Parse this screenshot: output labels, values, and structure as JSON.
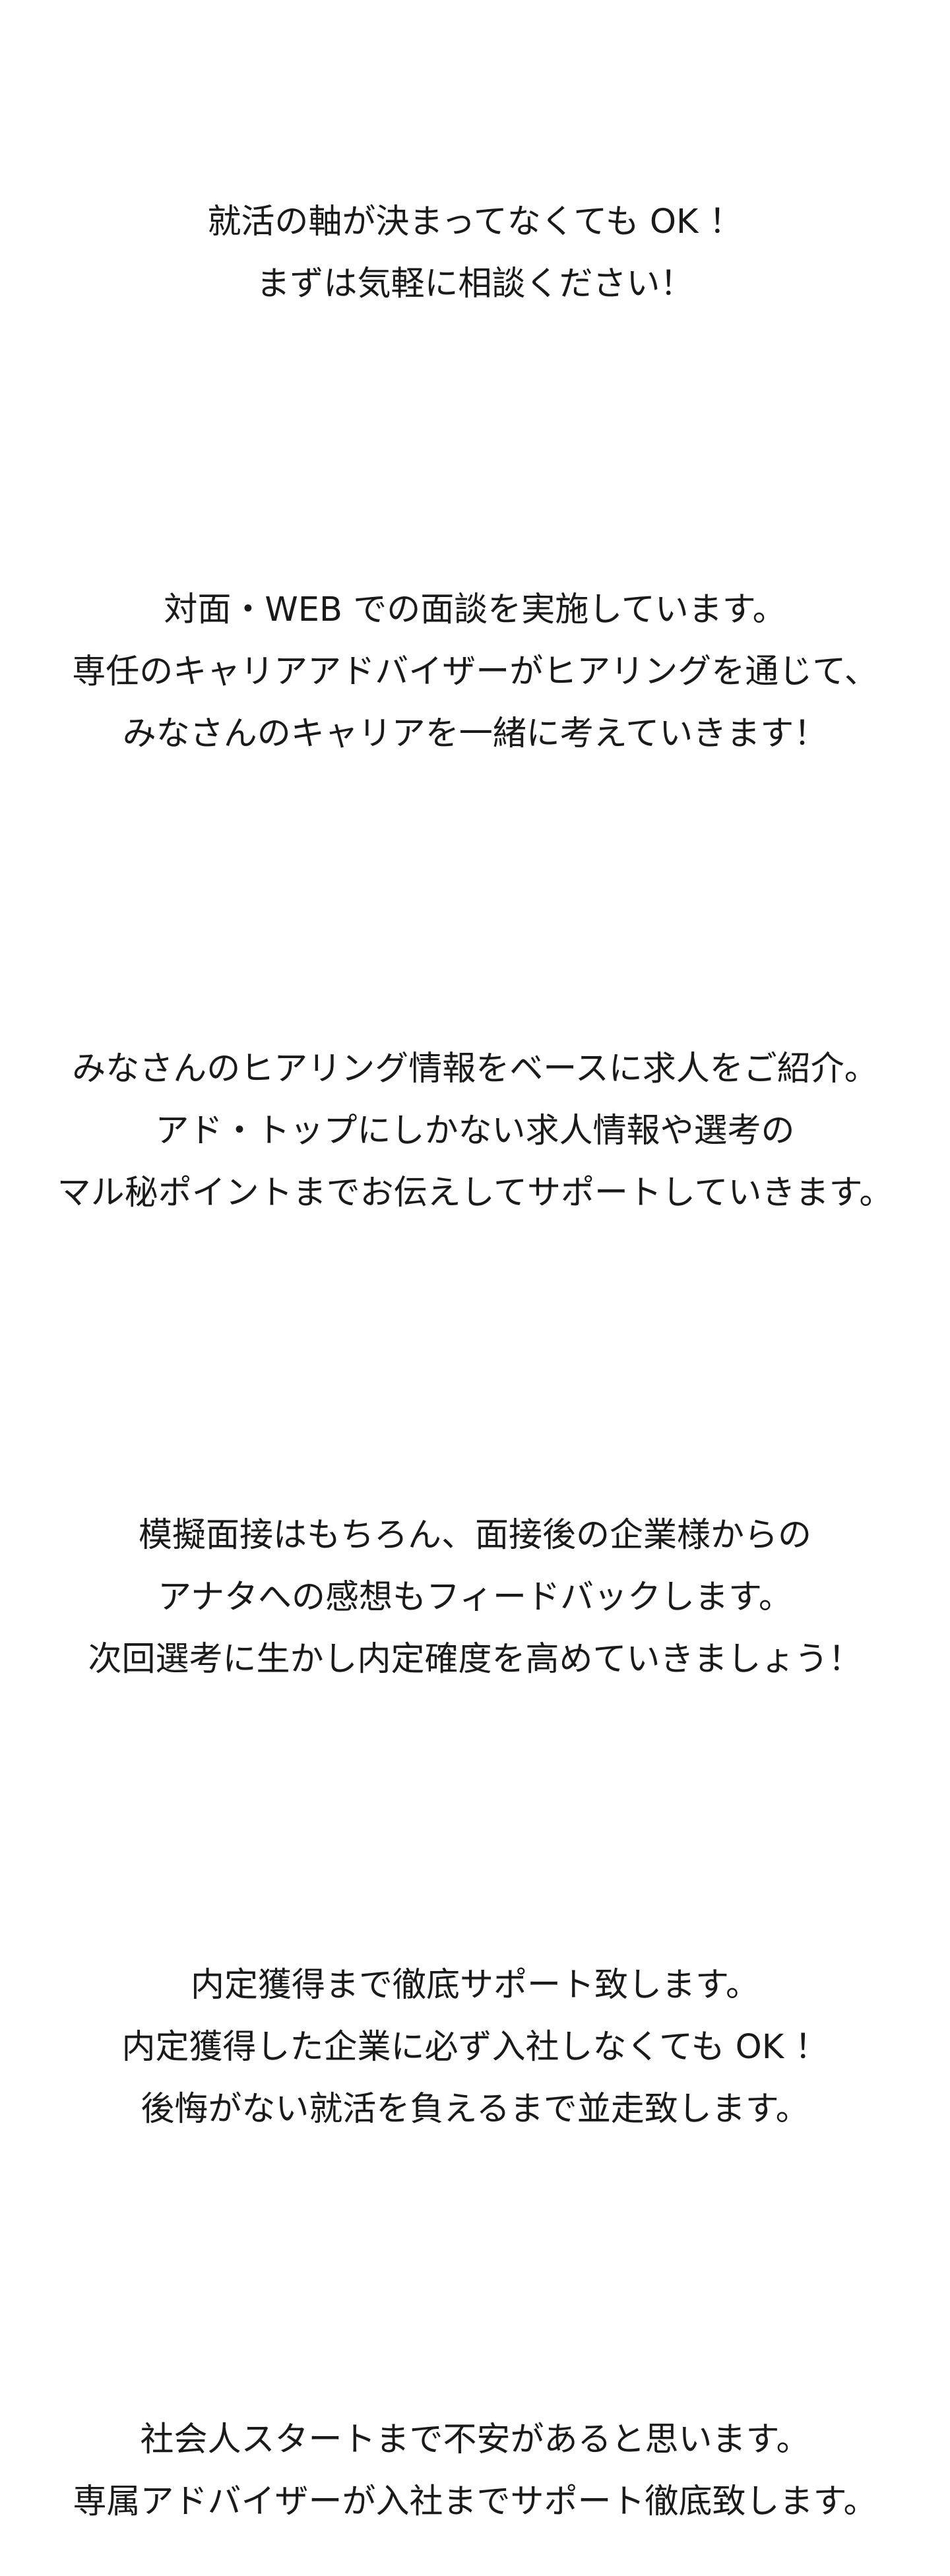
{
  "blocks": [
    {
      "lines": [
        "就活の軸が決まってなくても OK ！",
        "まずは気軽に相談ください！"
      ]
    },
    {
      "lines": [
        "対面・WEB での面談を実施しています。",
        "専任のキャリアアドバイザーがヒアリングを通じて、",
        "みなさんのキャリアを一緒に考えていきます！"
      ]
    },
    {
      "lines": [
        "みなさんのヒアリング情報をベースに求人をご紹介。",
        "アド・トップにしかない求人情報や選考の",
        "マル秘ポイントまでお伝えしてサポートしていきます。"
      ]
    },
    {
      "lines": [
        "模擬面接はもちろん、面接後の企業様からの",
        "アナタへの感想もフィードバックします。",
        "次回選考に生かし内定確度を高めていきましょう！"
      ]
    },
    {
      "lines": [
        "内定獲得まで徹底サポート致します。",
        "内定獲得した企業に必ず入社しなくても OK ！",
        "後悔がない就活を負えるまで並走致します。"
      ]
    },
    {
      "lines": [
        "社会人スタートまで不安があると思います。",
        "専属アドバイザーが入社までサポート徹底致します。"
      ]
    }
  ]
}
